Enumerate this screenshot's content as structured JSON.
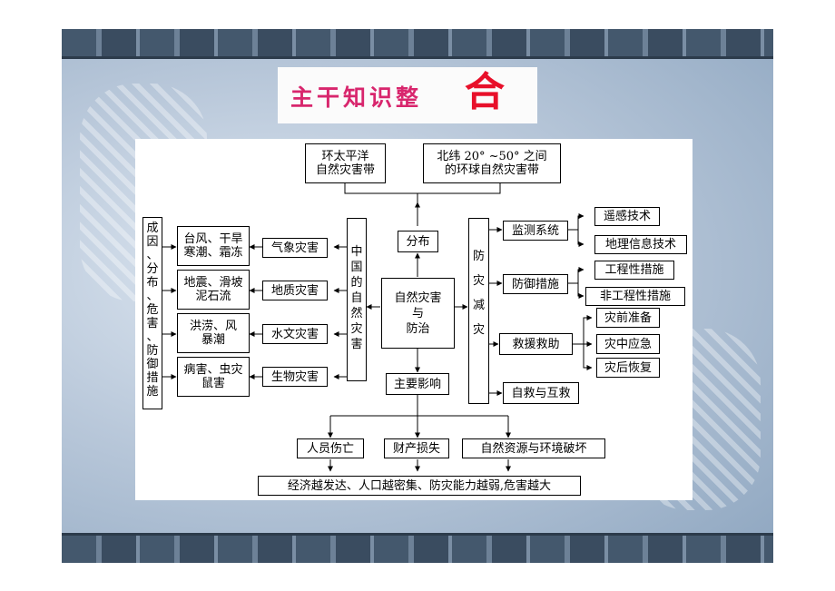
{
  "title": {
    "prefix": "主干知识整",
    "big_char": "合"
  },
  "colors": {
    "title_pink": "#d8266d",
    "title_red": "#e8102a",
    "line": "#000000"
  },
  "diagram": {
    "center": "自然灾害\n与\n防治",
    "top_left": "环太平洋\n自然灾害带",
    "top_right": "北纬 20°  ~50° 之间\n的环球自然灾害带",
    "distribution": "分布",
    "main_impact": "主要影响",
    "china_disasters": "中国的自然灾害",
    "prevention": "防灾减灾",
    "left_column": "成因、分布、危害、防御措施",
    "categories": [
      {
        "type": "气象灾害",
        "examples": "台风、干旱\n寒潮、霜冻"
      },
      {
        "type": "地质灾害",
        "examples": "地震、滑坡\n泥石流"
      },
      {
        "type": "水文灾害",
        "examples": "洪涝、风\n暴潮"
      },
      {
        "type": "生物灾害",
        "examples": "病害、虫灾\n鼠害"
      }
    ],
    "measures": {
      "monitoring": "监测系统",
      "remote_sensing": "遥感技术",
      "gis": "地理信息技术",
      "defense": "防御措施",
      "engineering": "工程性措施",
      "non_engineering": "非工程性措施",
      "rescue": "救援救助",
      "before": "灾前准备",
      "during": "灾中应急",
      "after": "灾后恢复",
      "self_help": "自救与互救"
    },
    "impacts": [
      "人员伤亡",
      "财产损失",
      "自然资源与环境破坏"
    ],
    "conclusion": "经济越发达、人口越密集、防灾能力越弱,危害越大"
  }
}
